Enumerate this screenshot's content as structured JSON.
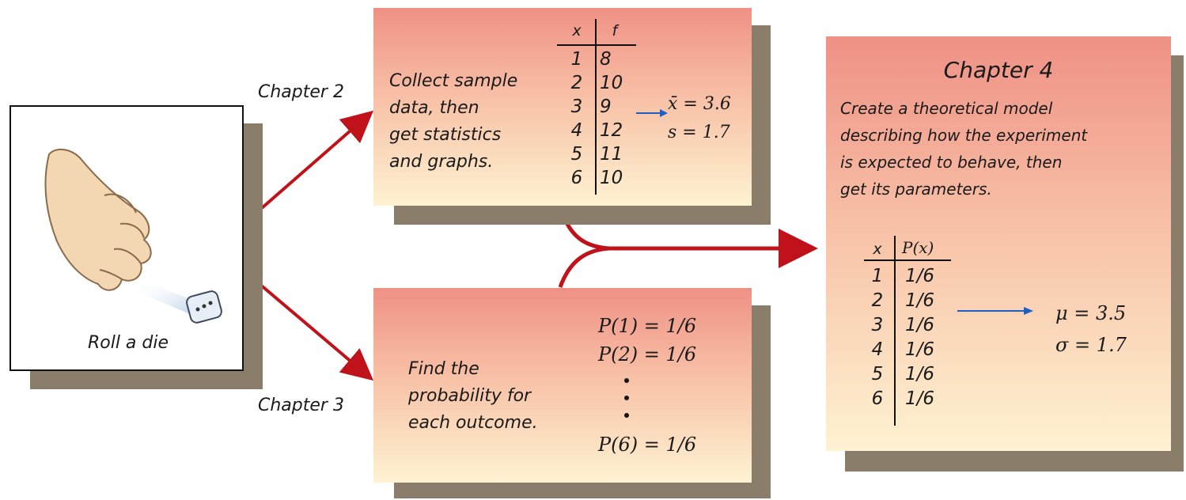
{
  "start": {
    "caption": "Roll a die"
  },
  "branch_labels": {
    "top": "Chapter 2",
    "bottom": "Chapter 3"
  },
  "chapter2": {
    "text_lines": [
      "Collect sample",
      "data, then",
      "get statistics",
      "and graphs."
    ],
    "table": {
      "headers": [
        "x",
        "f"
      ],
      "x": [
        "1",
        "2",
        "3",
        "4",
        "5",
        "6"
      ],
      "f": [
        "8",
        "10",
        "9",
        "12",
        "11",
        "10"
      ]
    },
    "stats": [
      "x̄ = 3.6",
      "s = 1.7"
    ]
  },
  "chapter3": {
    "text_lines": [
      "Find the",
      "probability for",
      "each outcome."
    ],
    "probabilities_top": [
      "P(1) = 1/6",
      "P(2) = 1/6"
    ],
    "probabilities_bottom": [
      "P(6) = 1/6"
    ]
  },
  "chapter4": {
    "title": "Chapter 4",
    "text_lines": [
      "Create a theoretical model",
      "describing how the experiment",
      "is expected to behave, then",
      "get its parameters."
    ],
    "table": {
      "headers": [
        "x",
        "P(x)"
      ],
      "x": [
        "1",
        "2",
        "3",
        "4",
        "5",
        "6"
      ],
      "p": [
        "1/6",
        "1/6",
        "1/6",
        "1/6",
        "1/6",
        "1/6"
      ]
    },
    "params": [
      "μ = 3.5",
      "σ = 1.7"
    ]
  },
  "colors": {
    "arrow_red": "#c0121a",
    "arrow_blue": "#1f5fc4",
    "shadow": "#8a7d6a"
  }
}
